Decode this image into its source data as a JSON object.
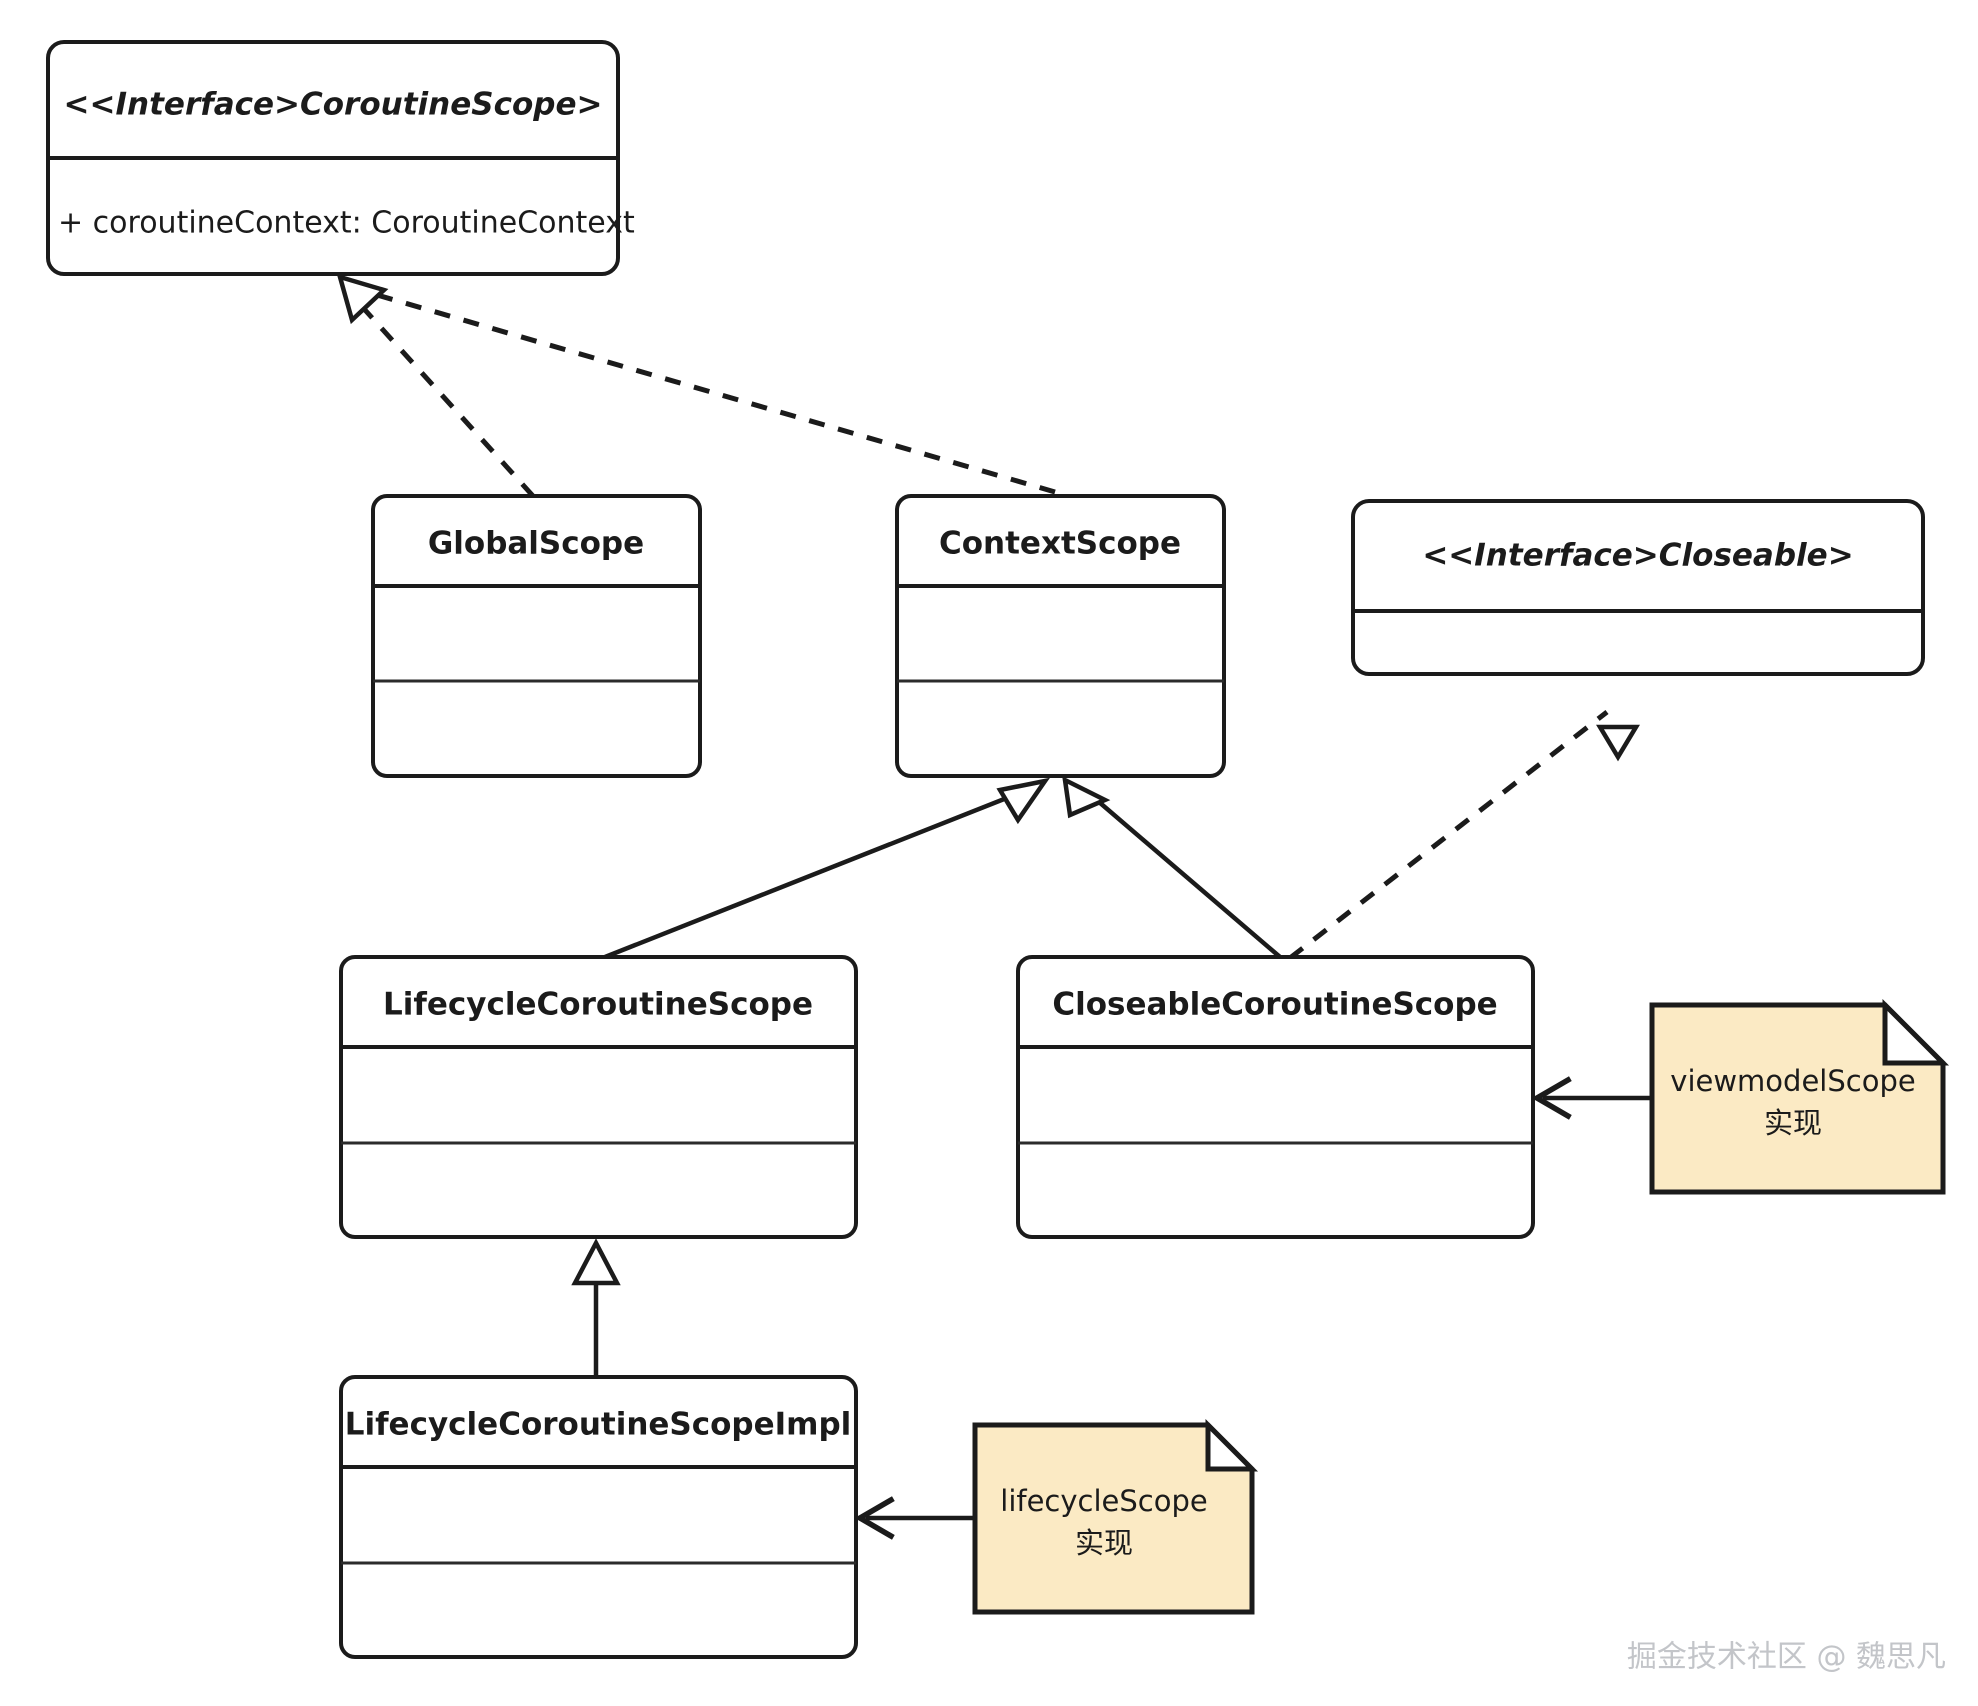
{
  "diagram": {
    "type": "uml-class-diagram",
    "background": "#ffffff",
    "stroke_color": "#1b1b1b",
    "header_fill": "#f4f4f4",
    "note_fill": "#fbeac4",
    "watermark": "掘金技术社区 @ 魏思凡"
  },
  "classes": {
    "coroutine_scope": {
      "title": "<<Interface>CoroutineScope>",
      "stereotype": "interface",
      "attribute": "+ coroutineContext: CoroutineContext"
    },
    "global_scope": {
      "title": "GlobalScope",
      "stereotype": "class"
    },
    "context_scope": {
      "title": "ContextScope",
      "stereotype": "class"
    },
    "closeable": {
      "title": "<<Interface>Closeable>",
      "stereotype": "interface"
    },
    "lifecycle_coroutine_scope": {
      "title": "LifecycleCoroutineScope",
      "stereotype": "class"
    },
    "closeable_coroutine_scope": {
      "title": "CloseableCoroutineScope",
      "stereotype": "class"
    },
    "lifecycle_coroutine_scope_impl": {
      "title": "LifecycleCoroutineScopeImpl",
      "stereotype": "class"
    }
  },
  "notes": {
    "viewmodel_scope": {
      "line1": "viewmodelScope",
      "line2": "实现"
    },
    "lifecycle_scope": {
      "line1": "lifecycleScope",
      "line2": "实现"
    }
  },
  "relations": [
    {
      "name": "globalscope-realizes-coroutinescope",
      "from": "GlobalScope",
      "to": "CoroutineScope",
      "kind": "realization"
    },
    {
      "name": "contextscope-realizes-coroutinescope",
      "from": "ContextScope",
      "to": "CoroutineScope",
      "kind": "realization"
    },
    {
      "name": "lifecyclecoroutinescope-extends-contextscope",
      "from": "LifecycleCoroutineScope",
      "to": "ContextScope",
      "kind": "generalization"
    },
    {
      "name": "closeablecoroutinescope-extends-contextscope",
      "from": "CloseableCoroutineScope",
      "to": "ContextScope",
      "kind": "generalization"
    },
    {
      "name": "closeablecoroutinescope-realizes-closeable",
      "from": "CloseableCoroutineScope",
      "to": "Closeable",
      "kind": "realization"
    },
    {
      "name": "lifecyclecoroutinescopeimpl-extends-lifecyclecoroutinescope",
      "from": "LifecycleCoroutineScopeImpl",
      "to": "LifecycleCoroutineScope",
      "kind": "generalization"
    },
    {
      "name": "viewmodelscope-note-link",
      "from": "viewmodelScope 实现",
      "to": "CloseableCoroutineScope",
      "kind": "note-link"
    },
    {
      "name": "lifecyclescope-note-link",
      "from": "lifecycleScope 实现",
      "to": "LifecycleCoroutineScopeImpl",
      "kind": "note-link"
    }
  ]
}
